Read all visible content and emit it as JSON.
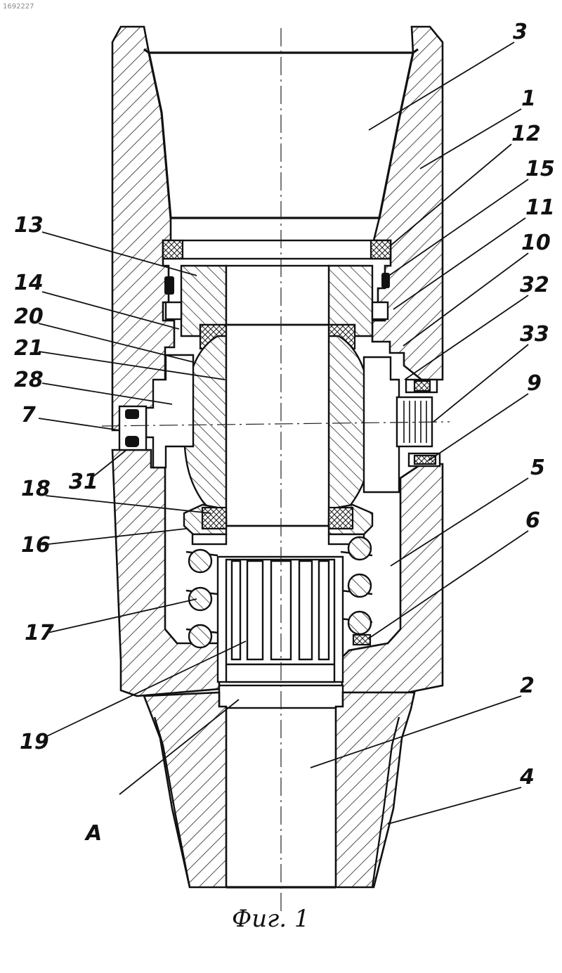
{
  "document_number": "1692227",
  "caption": "Фиг. 1",
  "labels": {
    "n1": "1",
    "n2": "2",
    "n3": "3",
    "n4": "4",
    "n5": "5",
    "n6": "6",
    "n7": "7",
    "n9": "9",
    "n10": "10",
    "n11": "11",
    "n12": "12",
    "n13": "13",
    "n14": "14",
    "n15": "15",
    "n16": "16",
    "n17": "17",
    "n18": "18",
    "n19": "19",
    "n20": "20",
    "n21": "21",
    "n28": "28",
    "n31": "31",
    "n32": "32",
    "n33": "33",
    "nA": "A"
  }
}
